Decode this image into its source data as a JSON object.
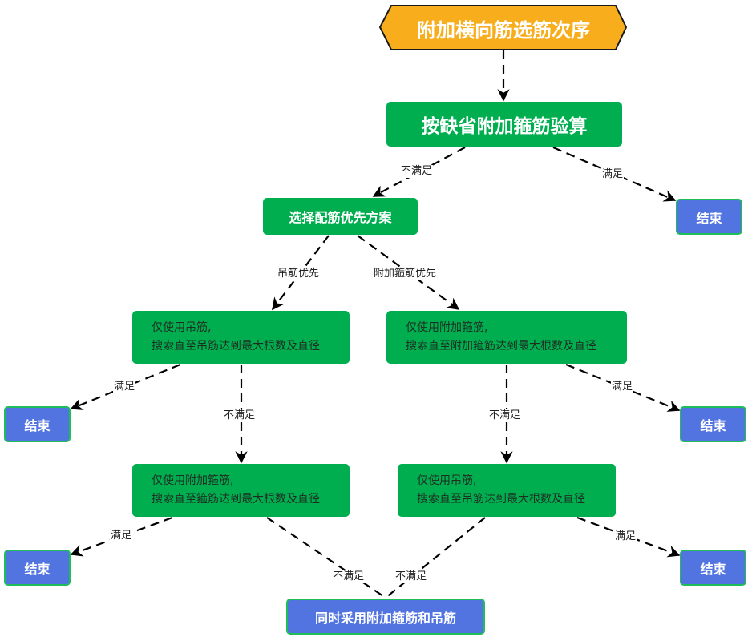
{
  "title": "附加横向筋选筋次序",
  "colors": {
    "start_fill": "#f8ad1d",
    "process_fill": "#00ae4f",
    "terminal_fill": "#5174e0",
    "terminal_border": "#1ebd5a",
    "edge": "#000000"
  },
  "nodes": {
    "start": "附加横向筋选筋次序",
    "default_check": "按缺省附加箍筋验算",
    "choose_priority": "选择配筋优先方案",
    "end_top_right": "结束",
    "hanger_only": {
      "line1": "仅使用吊筋,",
      "line2": "搜索直至吊筋达到最大根数及直径"
    },
    "stirrup_only": {
      "line1": "仅使用附加箍筋,",
      "line2": "搜索直至附加箍筋达到最大根数及直径"
    },
    "end_mid_left": "结束",
    "end_mid_right": "结束",
    "stirrup_only_2": {
      "line1": "仅使用附加箍筋,",
      "line2": "搜索直至箍筋达到最大根数及直径"
    },
    "hanger_only_2": {
      "line1": "仅使用吊筋,",
      "line2": "搜索直至吊筋达到最大根数及直径"
    },
    "end_bottom_left": "结束",
    "end_bottom_right": "结束",
    "combined": "同时采用附加箍筋和吊筋"
  },
  "edge_labels": {
    "default_not_satisfied": "不满足",
    "default_satisfied": "满足",
    "hanger_priority": "吊筋优先",
    "stirrup_priority": "附加箍筋优先",
    "hanger_satisfied": "满足",
    "hanger_not_satisfied": "不满足",
    "stirrup_satisfied": "满足",
    "stirrup_not_satisfied": "不满足",
    "stirrup2_satisfied": "满足",
    "hanger2_satisfied": "满足",
    "stirrup2_not_satisfied": "不满足",
    "hanger2_not_satisfied": "不满足"
  }
}
